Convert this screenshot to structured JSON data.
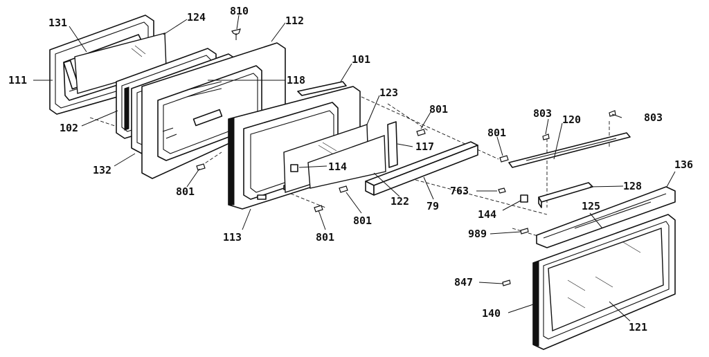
{
  "diagram": {
    "type": "exploded-parts-diagram",
    "parts": [
      {
        "id": "p131",
        "number": "131"
      },
      {
        "id": "p124",
        "number": "124"
      },
      {
        "id": "p810",
        "number": "810"
      },
      {
        "id": "p112",
        "number": "112"
      },
      {
        "id": "p111",
        "number": "111"
      },
      {
        "id": "p101",
        "number": "101"
      },
      {
        "id": "p118",
        "number": "118"
      },
      {
        "id": "p123",
        "number": "123"
      },
      {
        "id": "p801a",
        "number": "801"
      },
      {
        "id": "p803a",
        "number": "803"
      },
      {
        "id": "p120",
        "number": "120"
      },
      {
        "id": "p803b",
        "number": "803"
      },
      {
        "id": "p102",
        "number": "102"
      },
      {
        "id": "p801b",
        "number": "801"
      },
      {
        "id": "p117",
        "number": "117"
      },
      {
        "id": "p114",
        "number": "114"
      },
      {
        "id": "p132",
        "number": "132"
      },
      {
        "id": "p136",
        "number": "136"
      },
      {
        "id": "p801c",
        "number": "801"
      },
      {
        "id": "p763",
        "number": "763"
      },
      {
        "id": "p128",
        "number": "128"
      },
      {
        "id": "p122",
        "number": "122"
      },
      {
        "id": "p79",
        "number": "79"
      },
      {
        "id": "p144",
        "number": "144"
      },
      {
        "id": "p125",
        "number": "125"
      },
      {
        "id": "p801d",
        "number": "801"
      },
      {
        "id": "p113",
        "number": "113"
      },
      {
        "id": "p801e",
        "number": "801"
      },
      {
        "id": "p989",
        "number": "989"
      },
      {
        "id": "p847",
        "number": "847"
      },
      {
        "id": "p140",
        "number": "140"
      },
      {
        "id": "p121",
        "number": "121"
      }
    ]
  },
  "colors": {
    "line": "#111111",
    "background": "#ffffff"
  }
}
